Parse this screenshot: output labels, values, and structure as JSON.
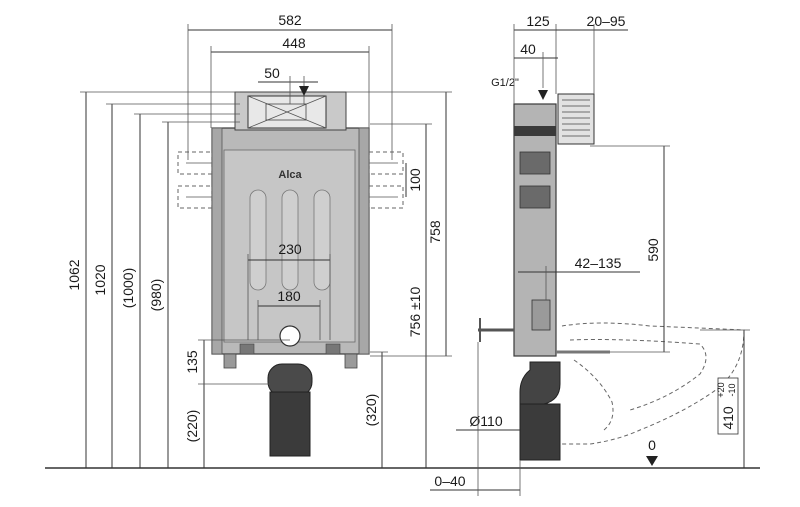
{
  "brand": {
    "logo_text": "Alca"
  },
  "colors": {
    "frame_fill": "#b9b9b9",
    "frame_dark": "#8e8e8e",
    "pipe_fill": "#3b3b3b",
    "line": "#333333",
    "background": "#ffffff"
  },
  "front_view": {
    "width_outer": "582",
    "width_frame": "448",
    "offset_50": "50",
    "h_1062": "1062",
    "h_1020": "1020",
    "h_1000": "(1000)",
    "h_980": "(980)",
    "h_758": "758",
    "h_756": "756 ±10",
    "h_100": "100",
    "h_135": "135",
    "h_220": "(220)",
    "h_320": "(320)",
    "w_230": "230",
    "w_180": "180"
  },
  "side_view": {
    "depth_125": "125",
    "range_20_95": "20–95",
    "depth_40": "40",
    "inlet": "G1/2\"",
    "h_590": "590",
    "range_42_135": "42–135",
    "dia_110": "Ø110",
    "range_0_40": "0–40",
    "zero": "0",
    "h_410": "410",
    "tol_plus": "+20",
    "tol_minus": "-10"
  }
}
